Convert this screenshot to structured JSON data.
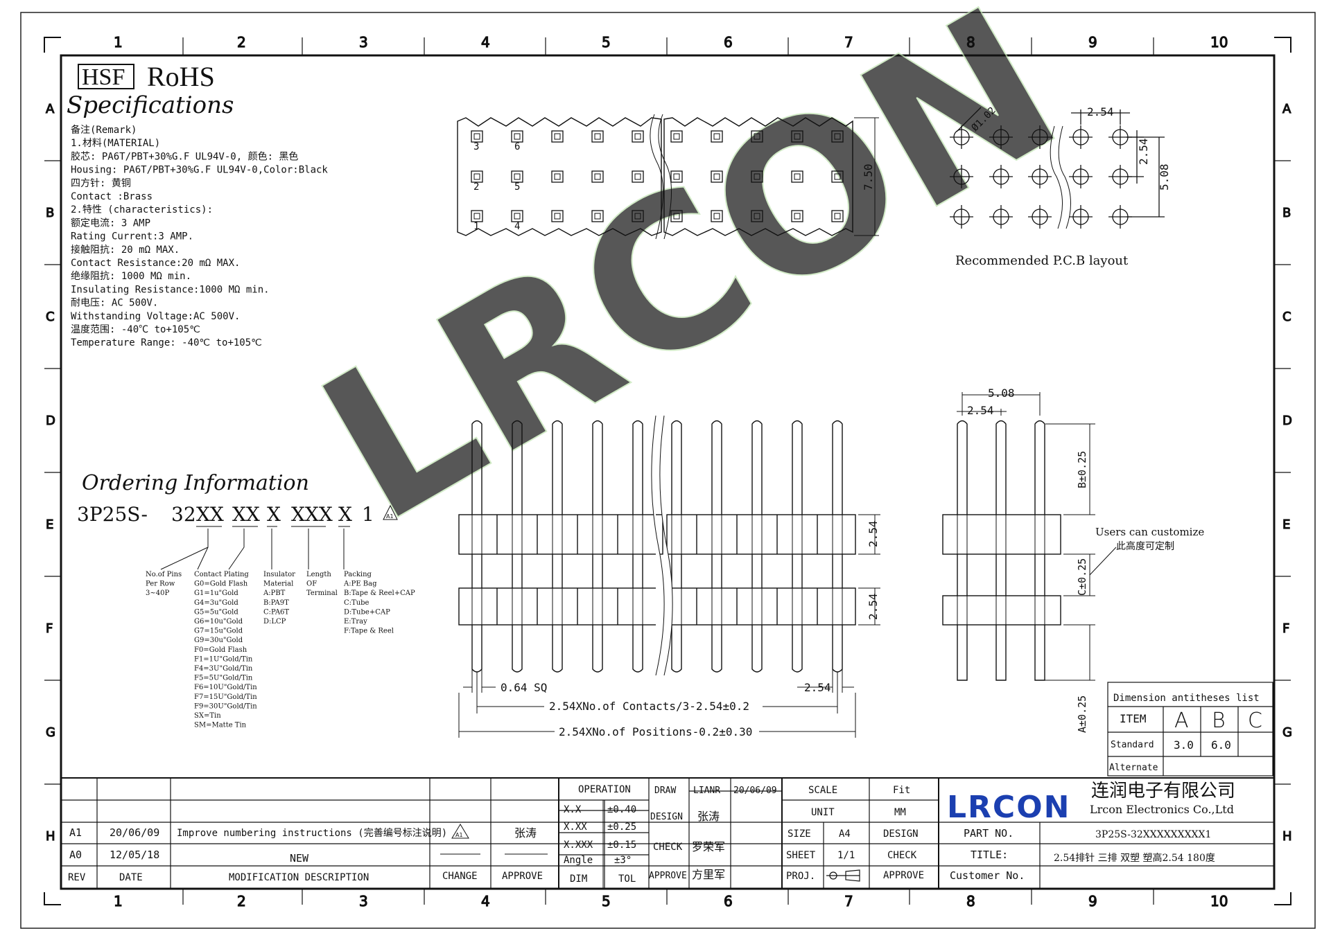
{
  "grid": {
    "columns": [
      "1",
      "2",
      "3",
      "4",
      "5",
      "6",
      "7",
      "8",
      "9",
      "10"
    ],
    "rows": [
      "A",
      "B",
      "C",
      "D",
      "E",
      "F",
      "G",
      "H"
    ]
  },
  "header": {
    "hsf": "HSF",
    "rohs": "RoHS",
    "specifications": "Specifications"
  },
  "specs": [
    "备注(Remark)",
    "1.材料(MATERIAL)",
    "胶芯: PA6T/PBT+30%G.F UL94V-0, 颜色: 黑色",
    "Housing: PA6T/PBT+30%G.F UL94V-0,Color:Black",
    "四方针: 黄铜",
    "Contact :Brass",
    "2.特性 (characteristics):",
    "额定电流: 3 AMP",
    "Rating Current:3 AMP.",
    "接触阻抗: 20 mΩ MAX.",
    "Contact Resistance:20 mΩ MAX.",
    "绝缘阻抗: 1000 MΩ min.",
    "Insulating Resistance:1000 MΩ  min.",
    "耐电压: AC 500V.",
    "Withstanding Voltage:AC 500V.",
    "温度范围: -40℃ to+105℃",
    "Temperature Range: -40℃ to+105℃"
  ],
  "top_view": {
    "pin_numbers": [
      "3",
      "6",
      "2",
      "5",
      "1",
      "4"
    ],
    "dim_height": "7.50"
  },
  "pcb": {
    "dia": "Ø1.02",
    "pitch": "2.54",
    "row_pitch": "2.54",
    "total": "5.08",
    "caption": "Recommended P.C.B layout"
  },
  "front_view": {
    "dim_row1": "2.54",
    "dim_row2": "2.54",
    "pin_size": "0.64 SQ",
    "pitch": "2.54",
    "formula1": "2.54XNo.of Contacts/3-2.54±0.2",
    "formula2": "2.54XNo.of Positions-0.2±0.30"
  },
  "side_view": {
    "dim_top1": "5.08",
    "dim_top2": "2.54",
    "dim_b": "B±0.25",
    "dim_c": "C±0.25",
    "dim_a": "A±0.25",
    "note_en": "Users can customize",
    "note_cn": "此高度可定制"
  },
  "ordering": {
    "title": "Ordering Information",
    "code": [
      "3P25S-",
      "32",
      "XX",
      "XX",
      "X",
      "XXX",
      "X",
      "1"
    ],
    "rev_mark": "A1",
    "groups": [
      {
        "lines": [
          "No.of Pins",
          "Per Row",
          "3~40P"
        ]
      },
      {
        "lines": [
          "Contact Plating",
          "G0=Gold Flash",
          "G1=1u\"Gold",
          "G4=3u\"Gold",
          "G5=5u\"Gold",
          "G6=10u\"Gold",
          "G7=15u\"Gold",
          "G9=30u\"Gold",
          "F0=Gold Flash",
          "F1=1U\"Gold/Tin",
          "F4=3U\"Gold/Tin",
          "F5=5U\"Gold/Tin",
          "F6=10U\"Gold/Tin",
          "F7=15U\"Gold/Tin",
          "F9=30U\"Gold/Tin",
          "SX=Tin",
          "SM=Matte Tin"
        ]
      },
      {
        "lines": [
          "Insulator",
          "Material",
          "A:PBT",
          "B:PA9T",
          "C:PA6T",
          "D:LCP"
        ]
      },
      {
        "lines": [
          "Length",
          "OF",
          "Terminal"
        ]
      },
      {
        "lines": [
          "Packing",
          "A:PE Bag",
          "B:Tape & Reel+CAP",
          "C:Tube",
          "D:Tube+CAP",
          "E:Tray",
          "F:Tape & Reel"
        ]
      }
    ]
  },
  "dim_table": {
    "title": "Dimension antitheses list",
    "item": "ITEM",
    "cols": [
      "A",
      "B",
      "C"
    ],
    "standard_label": "Standard",
    "standard": [
      "3.0",
      "6.0",
      ""
    ],
    "alternate_label": "Alternate"
  },
  "watermark": "LRCON",
  "title_block": {
    "rev_rows": [
      {
        "rev": "A1",
        "date": "20/06/09",
        "desc": "Improve numbering instructions (完善编号标注说明)",
        "change": "A1",
        "approve": "张涛"
      },
      {
        "rev": "A0",
        "date": "12/05/18",
        "desc": "NEW",
        "change": "",
        "approve": ""
      }
    ],
    "headers": {
      "rev": "REV",
      "date": "DATE",
      "desc": "MODIFICATION DESCRIPTION",
      "change": "CHANGE",
      "approve": "APPROVE"
    },
    "tolerance": {
      "operation": "OPERATION",
      "rows": [
        [
          "X.X",
          "±0.40"
        ],
        [
          "X.XX",
          "±0.25"
        ],
        [
          "X.XXX",
          "±0.15"
        ],
        [
          "Angle",
          "±3°"
        ]
      ],
      "dim": "DIM",
      "tol": "TOL"
    },
    "people": {
      "draw": "DRAW",
      "draw_name": "LIANR",
      "draw_date": "20/06/09",
      "design": "DESIGN",
      "design_name": "张涛",
      "check": "CHECK",
      "check_name": "罗荣军",
      "approve": "APPROVE",
      "approve_name": "方里军"
    },
    "scale": "SCALE",
    "scale_val": "Fit",
    "unit": "UNIT",
    "unit_val": "MM",
    "size": "SIZE",
    "size_val": "A4",
    "sheet": "SHEET",
    "sheet_val": "1/1",
    "proj": "PROJ.",
    "design2": "DESIGN",
    "check2": "CHECK",
    "approve2": "APPROVE",
    "company_logo": "LRCON",
    "company_cn": "连润电子有限公司",
    "company_en": "Lrcon Electronics Co.,Ltd",
    "part_no_label": "PART NO.",
    "part_no": "3P25S-32XXXXXXXXX1",
    "title_label": "TITLE:",
    "title": "2.54排针 三排 双塑 塑高2.54 180度",
    "customer_label": "Customer No.",
    "customer": ""
  }
}
